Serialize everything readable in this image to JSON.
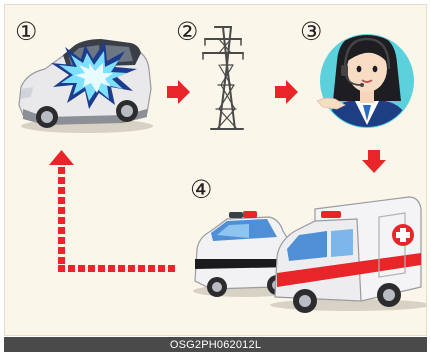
{
  "steps": [
    {
      "number": "①",
      "subject": "car crash"
    },
    {
      "number": "②",
      "subject": "transmission tower"
    },
    {
      "number": "③",
      "subject": "call center operator"
    },
    {
      "number": "④",
      "subject": "emergency vehicles"
    }
  ],
  "colors": {
    "arrow": "#e8262a",
    "background": "#fbf6ea",
    "caption_bar": "#4a4a4a"
  },
  "caption": "OSG2PH062012L"
}
